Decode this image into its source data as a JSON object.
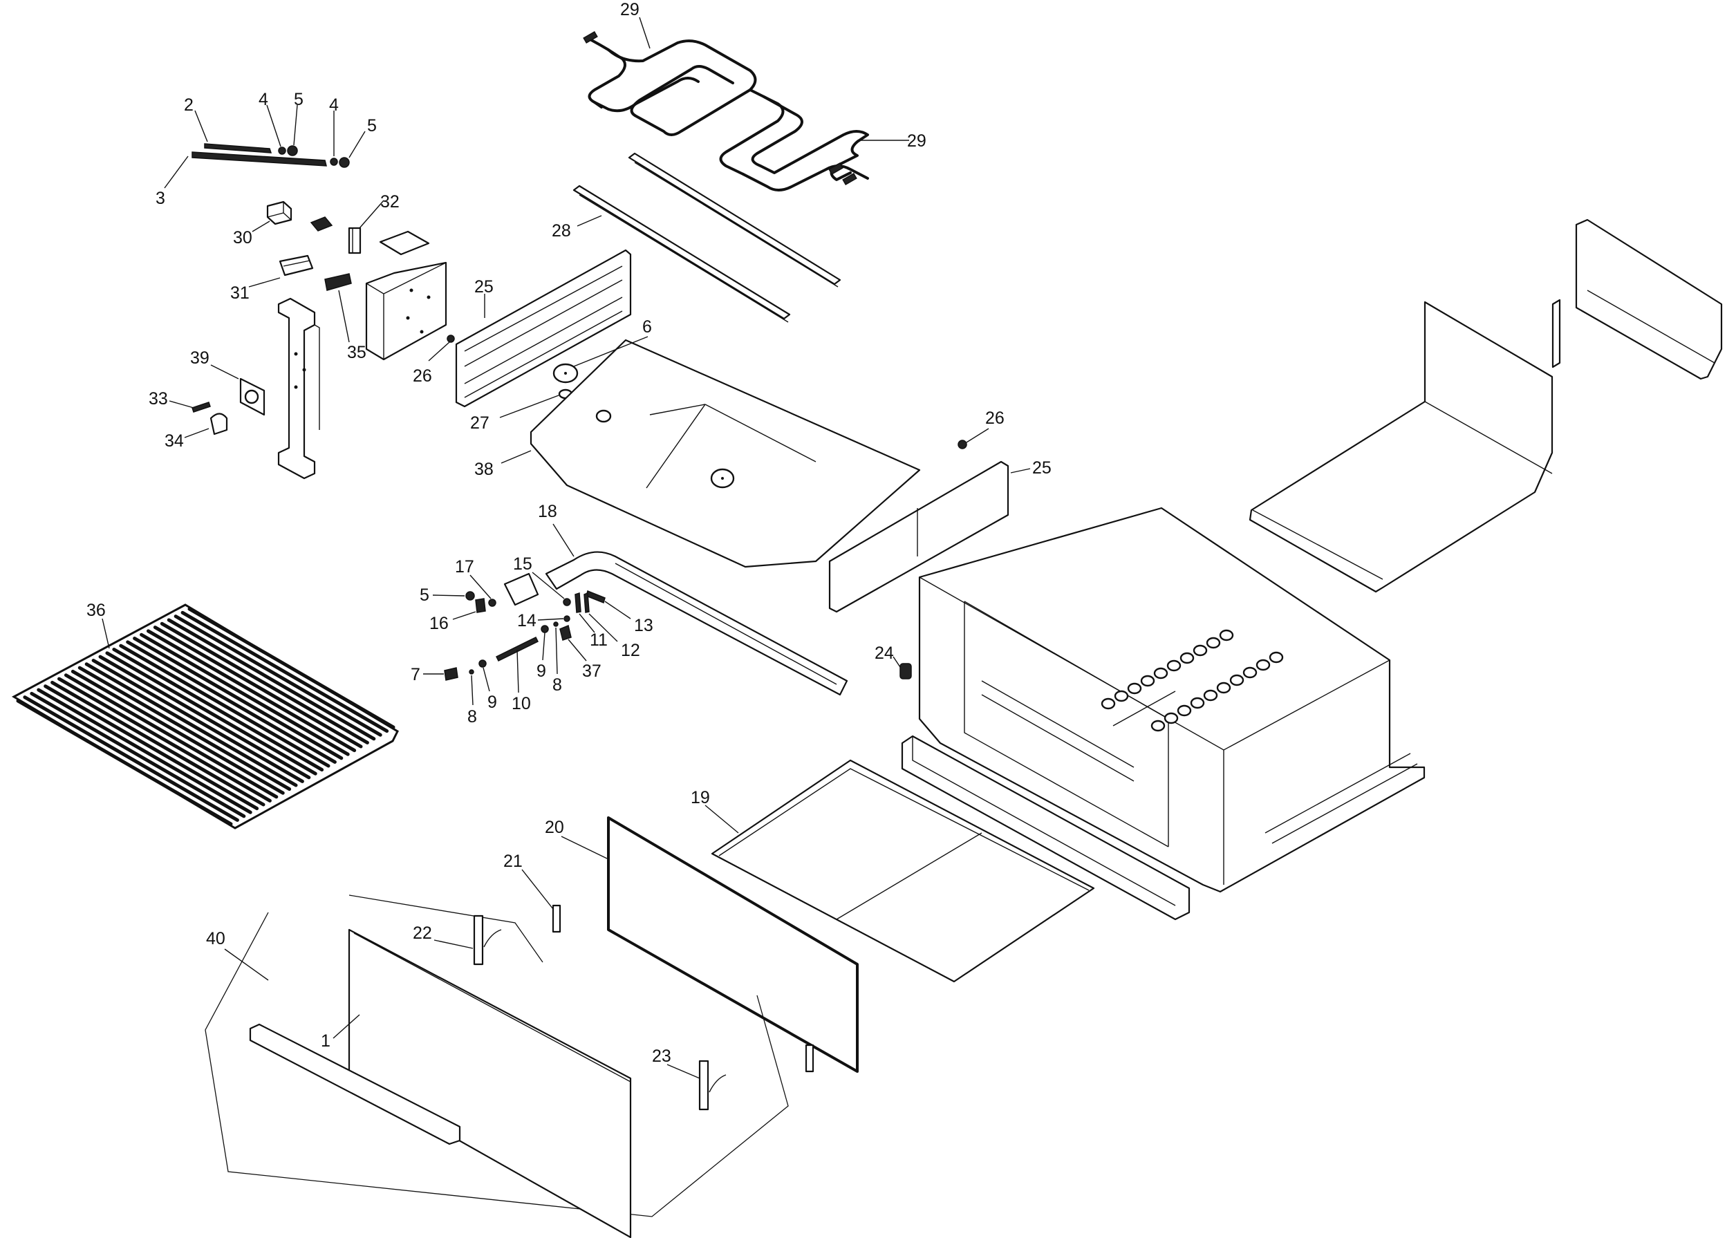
{
  "diagram": {
    "type": "exploded-parts-diagram",
    "subject": "oven / range assembly",
    "callouts": [
      {
        "id": "c29a",
        "label": "29",
        "part": "bake/broil heating element (upper)"
      },
      {
        "id": "c29b",
        "label": "29",
        "part": "bake/broil heating element (upper)"
      },
      {
        "id": "c2",
        "label": "2",
        "part": "hinge bar"
      },
      {
        "id": "c4a",
        "label": "4",
        "part": "screw"
      },
      {
        "id": "c5a",
        "label": "5",
        "part": "nut"
      },
      {
        "id": "c4b",
        "label": "4",
        "part": "screw"
      },
      {
        "id": "c5b",
        "label": "5",
        "part": "nut"
      },
      {
        "id": "c3",
        "label": "3",
        "part": "hinge bar long"
      },
      {
        "id": "c30",
        "label": "30",
        "part": "relay"
      },
      {
        "id": "c32",
        "label": "32",
        "part": "bracket"
      },
      {
        "id": "c31",
        "label": "31",
        "part": "terminal block"
      },
      {
        "id": "c35",
        "label": "35",
        "part": "connector"
      },
      {
        "id": "c28",
        "label": "28",
        "part": "rack support rail"
      },
      {
        "id": "c25a",
        "label": "25",
        "part": "side rack guide panel"
      },
      {
        "id": "c6",
        "label": "6",
        "part": "light lens"
      },
      {
        "id": "c26a",
        "label": "26",
        "part": "fastener"
      },
      {
        "id": "c27",
        "label": "27",
        "part": "light socket"
      },
      {
        "id": "c39",
        "label": "39",
        "part": "switch bezel"
      },
      {
        "id": "c33",
        "label": "33",
        "part": "knob screw"
      },
      {
        "id": "c34",
        "label": "34",
        "part": "control knob"
      },
      {
        "id": "c38",
        "label": "38",
        "part": "oven bottom panel"
      },
      {
        "id": "c26b",
        "label": "26",
        "part": "fastener"
      },
      {
        "id": "c25b",
        "label": "25",
        "part": "side rack guide panel"
      },
      {
        "id": "c18",
        "label": "18",
        "part": "burner tube"
      },
      {
        "id": "c17",
        "label": "17",
        "part": "spring clip"
      },
      {
        "id": "c15",
        "label": "15",
        "part": "screw"
      },
      {
        "id": "c5c",
        "label": "5",
        "part": "nut"
      },
      {
        "id": "c16",
        "label": "16",
        "part": "bracket"
      },
      {
        "id": "c14",
        "label": "14",
        "part": "washer"
      },
      {
        "id": "c13",
        "label": "13",
        "part": "igniter"
      },
      {
        "id": "c11",
        "label": "11",
        "part": "clip"
      },
      {
        "id": "c12",
        "label": "12",
        "part": "bracket"
      },
      {
        "id": "c9a",
        "label": "9",
        "part": "washer"
      },
      {
        "id": "c8a",
        "label": "8",
        "part": "screw"
      },
      {
        "id": "c37",
        "label": "37",
        "part": "fitting"
      },
      {
        "id": "c7",
        "label": "7",
        "part": "orifice"
      },
      {
        "id": "c8b",
        "label": "8",
        "part": "screw"
      },
      {
        "id": "c9b",
        "label": "9",
        "part": "washer"
      },
      {
        "id": "c10",
        "label": "10",
        "part": "spring"
      },
      {
        "id": "c36",
        "label": "36",
        "part": "oven rack"
      },
      {
        "id": "c24",
        "label": "24",
        "part": "leveling leg"
      },
      {
        "id": "c19",
        "label": "19",
        "part": "drawer bottom"
      },
      {
        "id": "c20",
        "label": "20",
        "part": "door gasket"
      },
      {
        "id": "c21",
        "label": "21",
        "part": "hinge receptacle"
      },
      {
        "id": "c22",
        "label": "22",
        "part": "door hinge left"
      },
      {
        "id": "c40",
        "label": "40",
        "part": "door assembly"
      },
      {
        "id": "c23",
        "label": "23",
        "part": "door hinge right"
      },
      {
        "id": "c1",
        "label": "1",
        "part": "door handle"
      }
    ]
  }
}
